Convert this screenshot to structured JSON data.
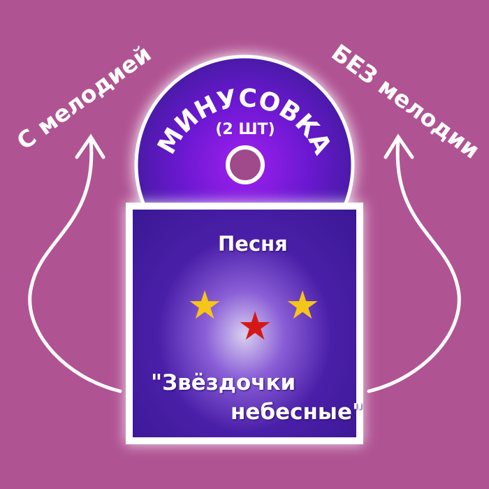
{
  "left_label": "С мелодией",
  "right_label": "БЕЗ мелодии",
  "disc": {
    "title": "МИНУСОВКА",
    "subtitle": "(2 ШТ)"
  },
  "cover": {
    "label": "Песня",
    "title_line1": "\"Звёздочки",
    "title_line2": "небесные\""
  },
  "colors": {
    "background": "#b05393",
    "disc": "#7a1ee0",
    "cover": "#4a1fa8"
  }
}
